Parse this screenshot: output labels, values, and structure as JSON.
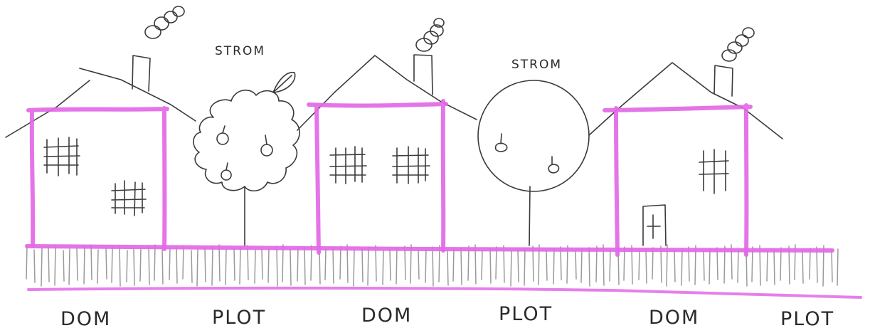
{
  "colors": {
    "marker": "#e268e6",
    "pencil": "#3a3a3a",
    "fence": "#9a9a9a",
    "paper": "#ffffff"
  },
  "tree_labels": [
    {
      "text": "STROM"
    },
    {
      "text": "STROM"
    }
  ],
  "ground_labels": [
    {
      "text": "DOM"
    },
    {
      "text": "PLOT"
    },
    {
      "text": "DOM"
    },
    {
      "text": "PLOT"
    },
    {
      "text": "DOM"
    },
    {
      "text": "PLOT"
    }
  ]
}
